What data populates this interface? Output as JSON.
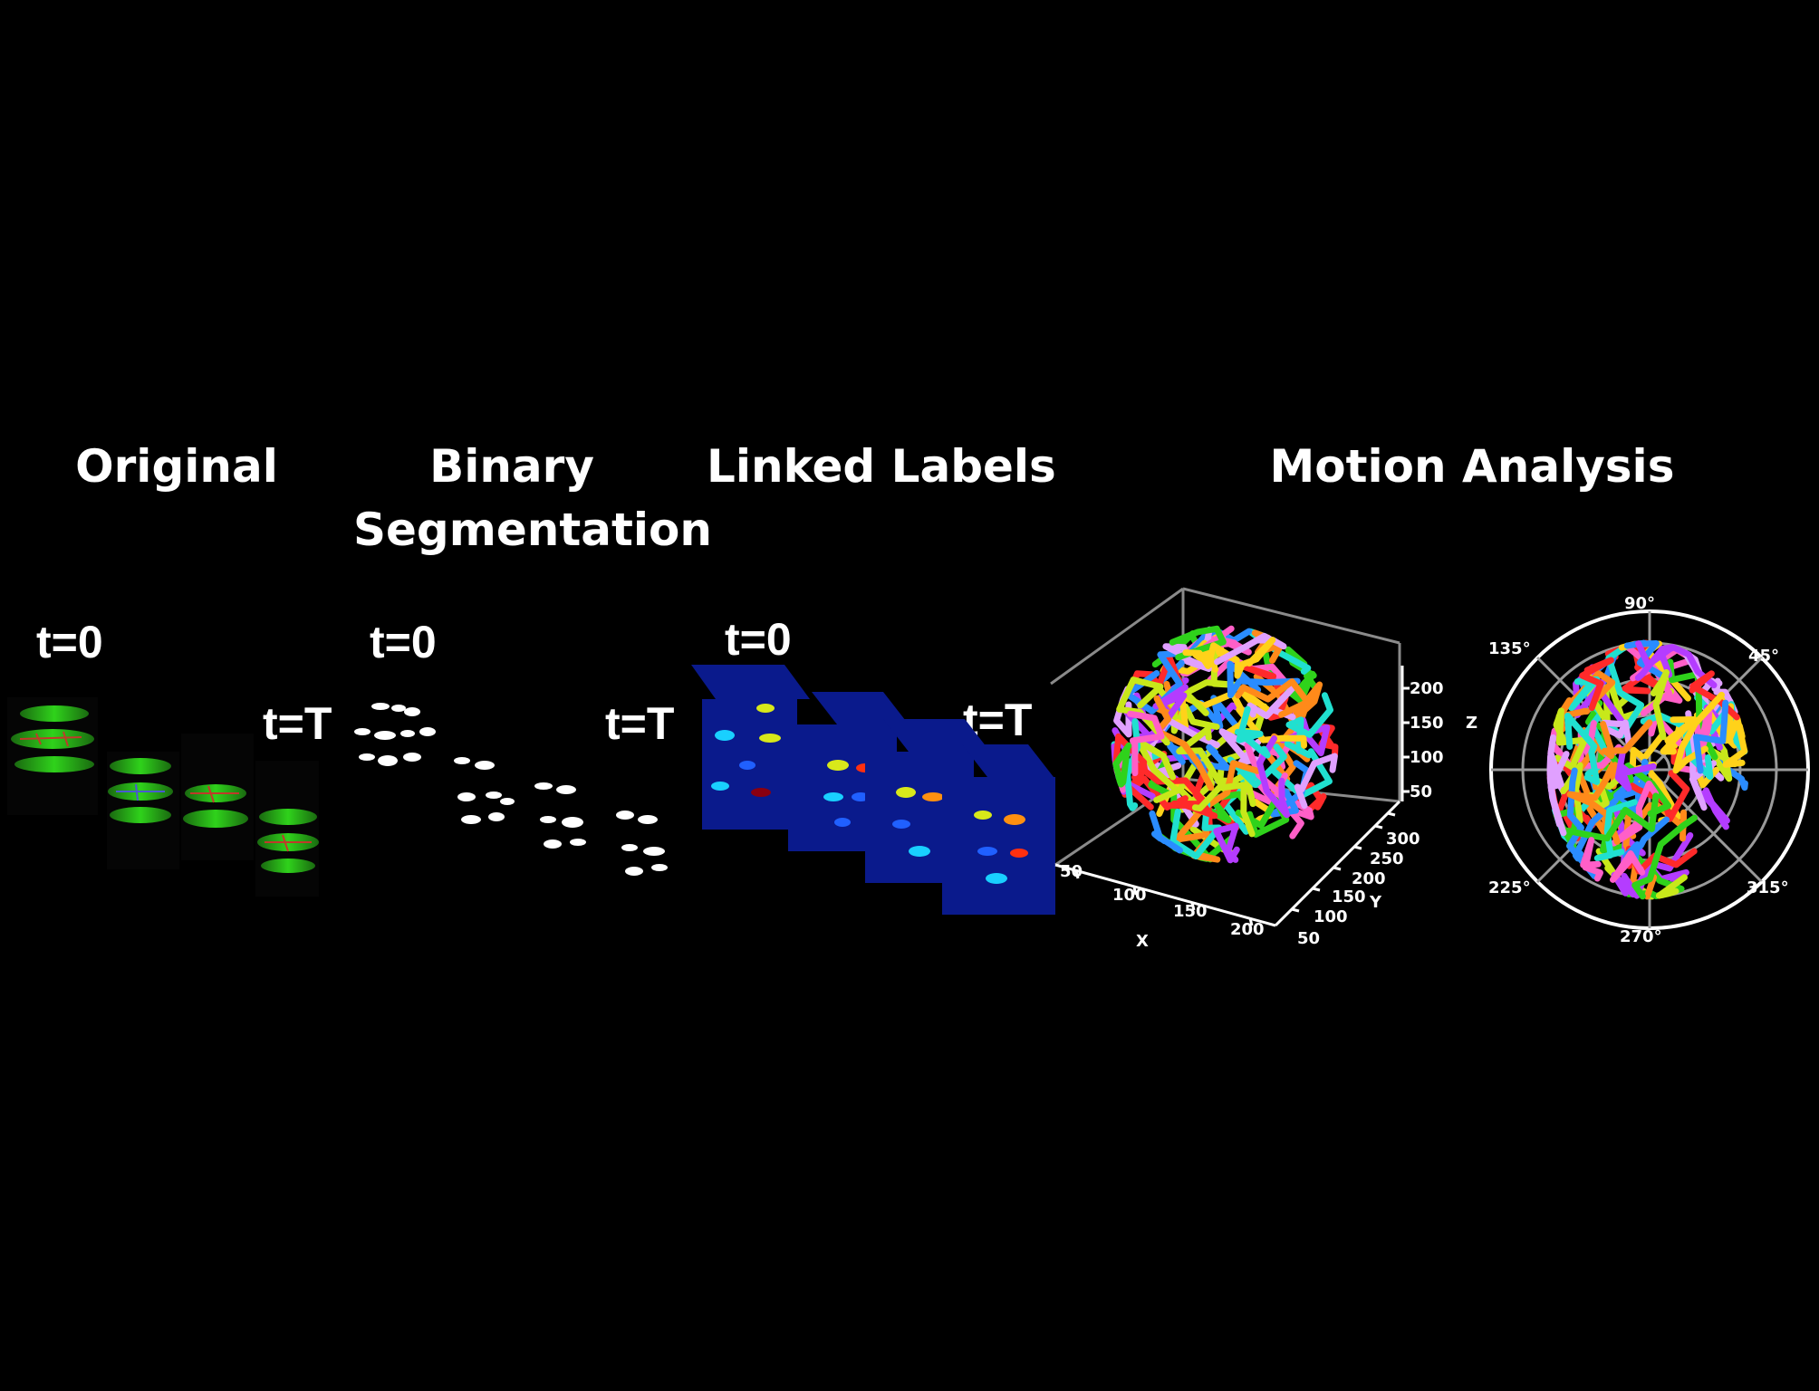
{
  "titles": {
    "original": "Original",
    "binary_line1": "Binary",
    "binary_line2": "Segmentation",
    "linked": "Linked Labels",
    "motion": "Motion Analysis"
  },
  "time_labels": {
    "start": "t=0",
    "end": "t=T"
  },
  "plot3d": {
    "x_label": "X",
    "y_label": "Y",
    "z_label": "Z",
    "x_ticks": [
      "50",
      "100",
      "150",
      "200"
    ],
    "y_ticks": [
      "50",
      "100",
      "150",
      "200",
      "250",
      "300"
    ],
    "z_ticks": [
      "50",
      "100",
      "150",
      "200"
    ]
  },
  "polar": {
    "angle_labels": [
      "90°",
      "45°",
      "135°",
      "225°",
      "270°",
      "315°"
    ]
  },
  "colors": {
    "background": "#000000",
    "label_plane": "#0a1a8c",
    "cell_green": "#2fd21b"
  }
}
